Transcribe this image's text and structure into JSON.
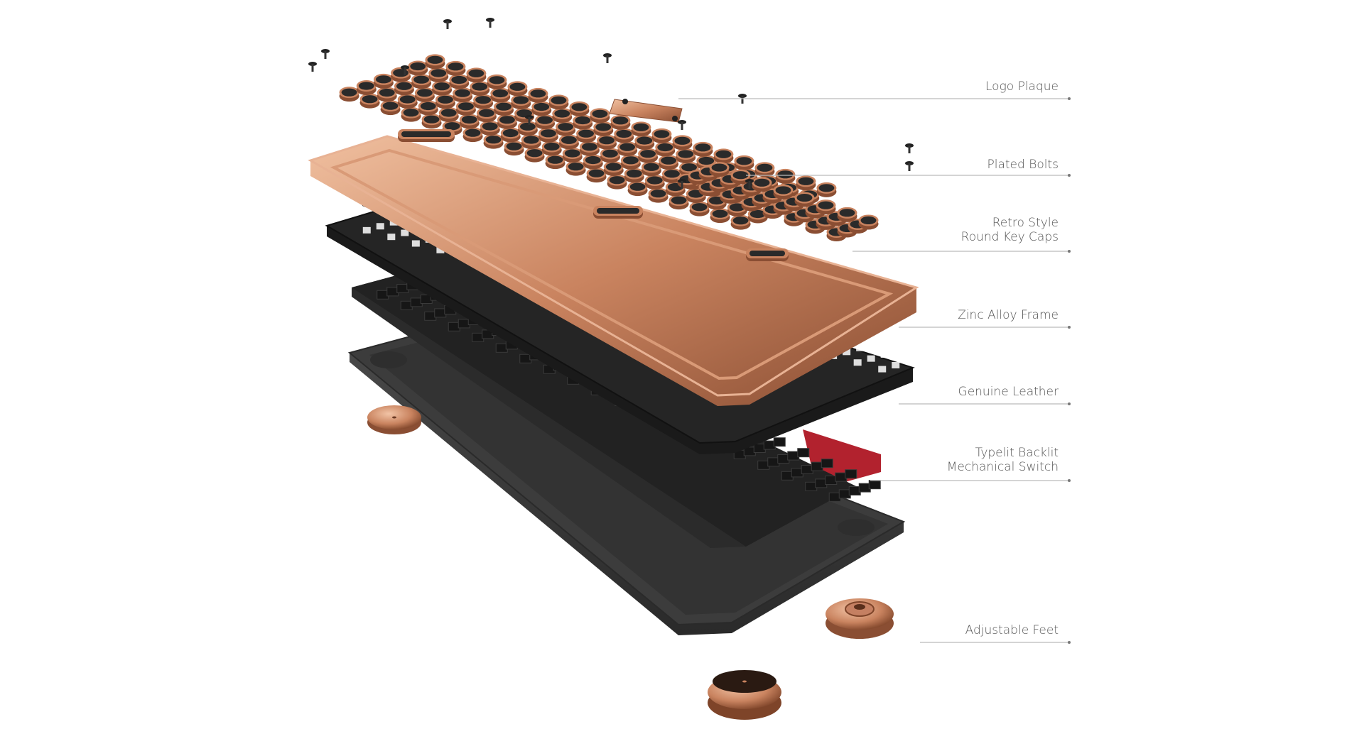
{
  "labels": [
    {
      "id": "logo-plaque",
      "lines": [
        "Logo Plaque"
      ]
    },
    {
      "id": "plated-bolts",
      "lines": [
        "Plated Bolts"
      ]
    },
    {
      "id": "retro-style-round-key-caps",
      "lines": [
        "Retro Style",
        "Round Key Caps"
      ]
    },
    {
      "id": "zinc-alloy-frame",
      "lines": [
        "Zinc Alloy Frame"
      ]
    },
    {
      "id": "genuine-leather",
      "lines": [
        "Genuine Leather"
      ]
    },
    {
      "id": "typelit-backlit-mechanical-switch",
      "lines": [
        "Typelit Backlit",
        "Mechanical Switch"
      ]
    },
    {
      "id": "adjustable-feet",
      "lines": [
        "Adjustable Feet"
      ]
    }
  ],
  "colors": {
    "copper": "#c9835f",
    "copper_light": "#e8b294",
    "copper_dark": "#9a5a3c",
    "keycap_face": "#2a2a2a",
    "plate": "#1e1e1e",
    "leather": "#252525",
    "switch": "#2b2b2b",
    "case": "#3a3a3a",
    "pcb_red": "#b2222e",
    "leader_line": "#bbbbbb",
    "label_text": "#555555"
  }
}
